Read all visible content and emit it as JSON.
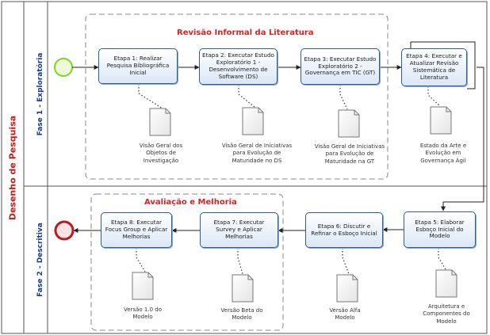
{
  "pool_title": "Desenho de Pesquisa",
  "lanes": {
    "phase1": "Fase 1 - Exploratória",
    "phase2": "Fase 2 - Descritiva"
  },
  "groups": {
    "revisao": "Revisão Informal da Literatura",
    "avaliacao": "Avaliação e Melhoria"
  },
  "tasks": [
    {
      "label": "Etapa 1: Realizar Pesquisa Bibliográfica Inicial"
    },
    {
      "label": "Etapa 2: Executar Estudo Exploratório 1 - Desenvolvimento de Software (DS)"
    },
    {
      "label": "Etapa 3: Executar Estudo Exploratório 2 - Governança em TIC (GT)"
    },
    {
      "label": "Etapa 4: Executar e Atualizar Revisão Sistemática de Literatura"
    },
    {
      "label": "Etapa 5: Elaborar Esboço Inicial do Modelo"
    },
    {
      "label": "Etapa 6: Discutir e Refinar o Esboço Inicial"
    },
    {
      "label": "Etapa 7: Executar Survey e Aplicar Melhorias"
    },
    {
      "label": "Etapa 8: Executar Focus Group e Aplicar Melhorias"
    }
  ],
  "documents": [
    {
      "label": "Visão Geral dos Objetos de Investigação"
    },
    {
      "label": "Visão Geral de Iniciativas para Evolução de Maturidade no DS"
    },
    {
      "label": "Visão Geral de Iniciativas para Evolução de Maturidade na GT"
    },
    {
      "label": "Estado da Arte e Evolução em Governança Ágil"
    },
    {
      "label": "Arquitetura e Componentes do Modelo"
    },
    {
      "label": "Versão Alfa Modelo"
    },
    {
      "label": "Versão Beta do Modelo"
    },
    {
      "label": "Versão 1.0 do Modelo"
    }
  ],
  "colors": {
    "start_event": "#7ed321",
    "end_event": "#b81c1c",
    "task_border": "#2c5f9e",
    "pool_title": "#c41e1e",
    "lane_title": "#1a3a8a",
    "group_title": "#e02020"
  }
}
